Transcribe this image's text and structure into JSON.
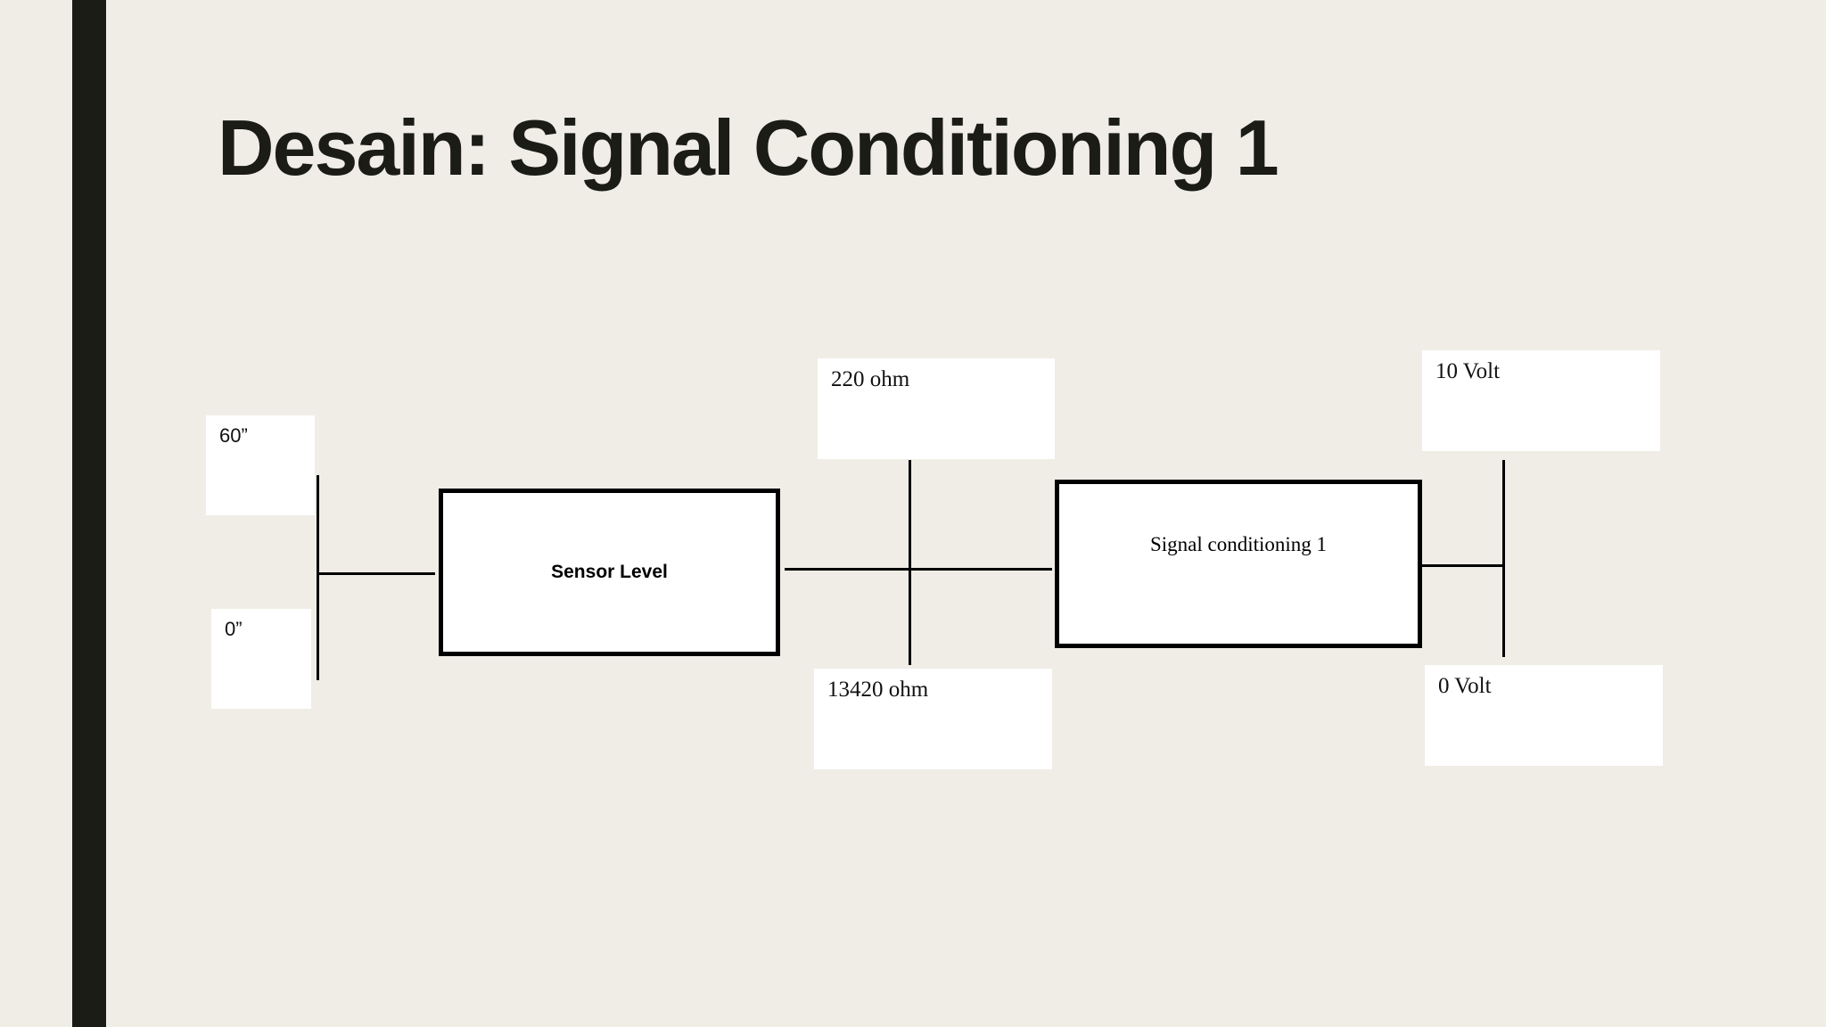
{
  "slide": {
    "title": "Desain: Signal Conditioning 1"
  },
  "input_range": {
    "max_label": "60”",
    "min_label": "0”"
  },
  "blocks": {
    "sensor": "Sensor Level",
    "signal_conditioning": "Signal conditioning 1"
  },
  "resistance_range": {
    "top_label": "220 ohm",
    "bottom_label": "13420 ohm"
  },
  "voltage_range": {
    "top_label": "10 Volt",
    "bottom_label": "0 Volt"
  }
}
